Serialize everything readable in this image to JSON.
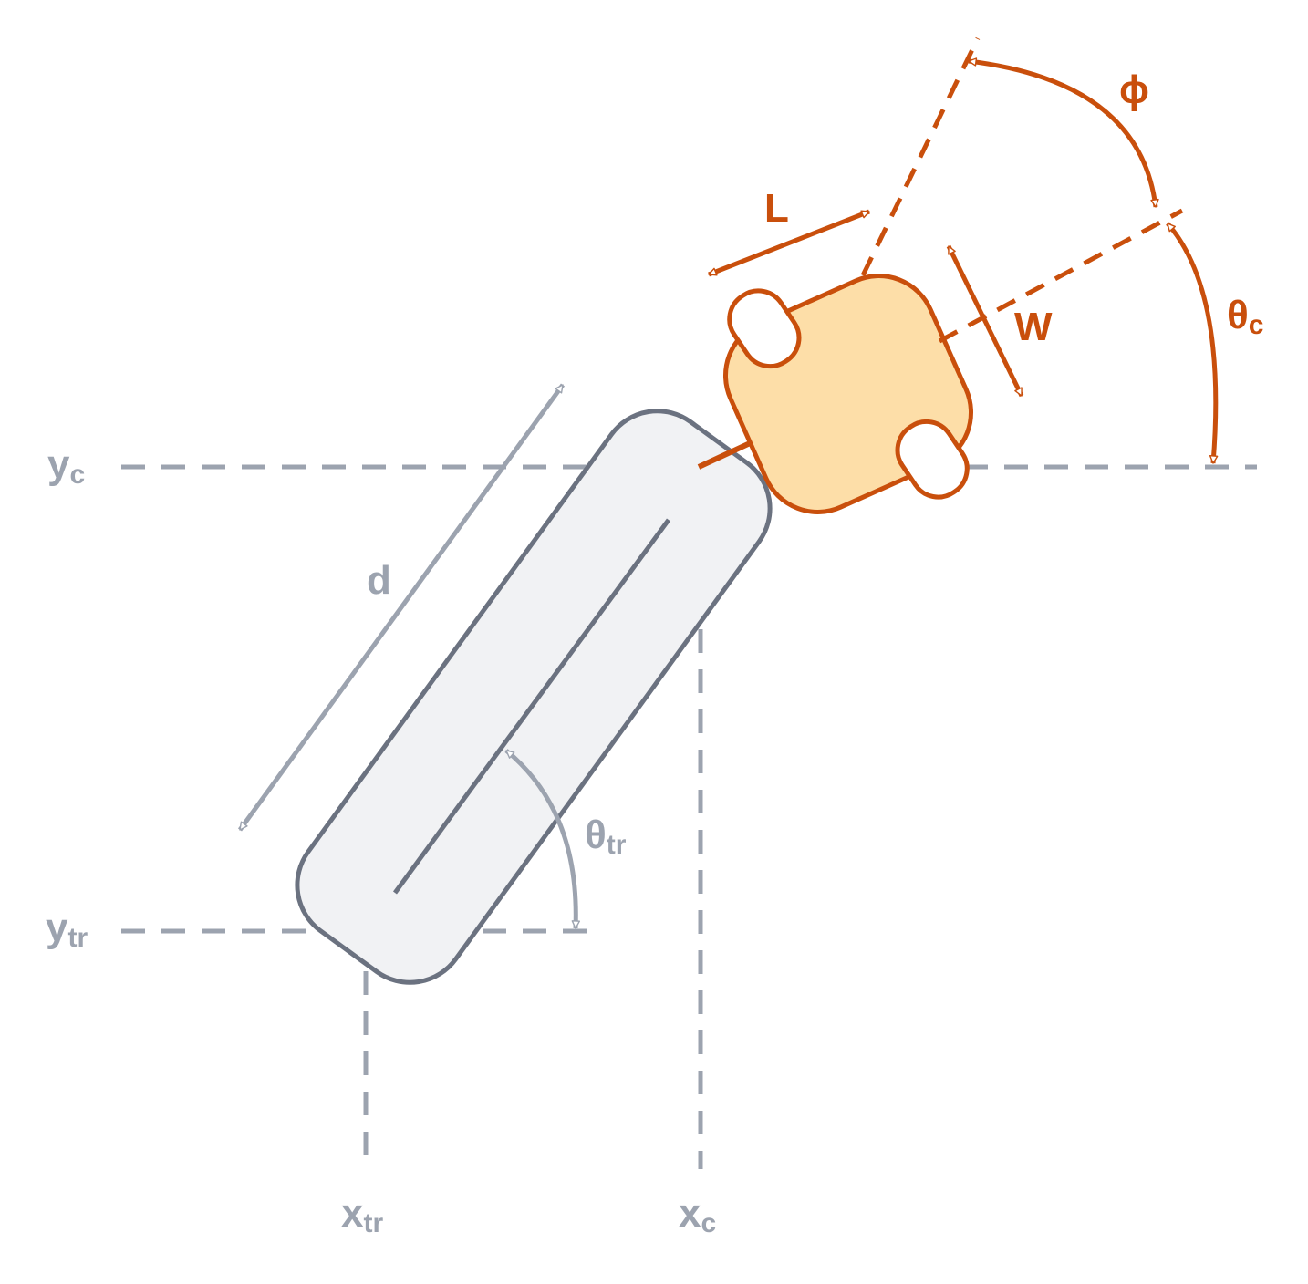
{
  "colors": {
    "gray_line": "#9ca3af",
    "trailer_outline": "#6b7280",
    "trailer_fill": "#f1f2f4",
    "orange": "#c94f0c",
    "car_fill": "#fddea8",
    "wheel_fill": "#ffffff"
  },
  "labels": {
    "yc": {
      "main": "y",
      "sub": "c"
    },
    "ytr": {
      "main": "y",
      "sub": "tr"
    },
    "xtr": {
      "main": "x",
      "sub": "tr"
    },
    "xc": {
      "main": "x",
      "sub": "c"
    },
    "d": "d",
    "theta_tr": {
      "main": "θ",
      "sub": "tr"
    },
    "L": "L",
    "W": "W",
    "phi": "ϕ",
    "theta_c": {
      "main": "θ",
      "sub": "c"
    }
  }
}
